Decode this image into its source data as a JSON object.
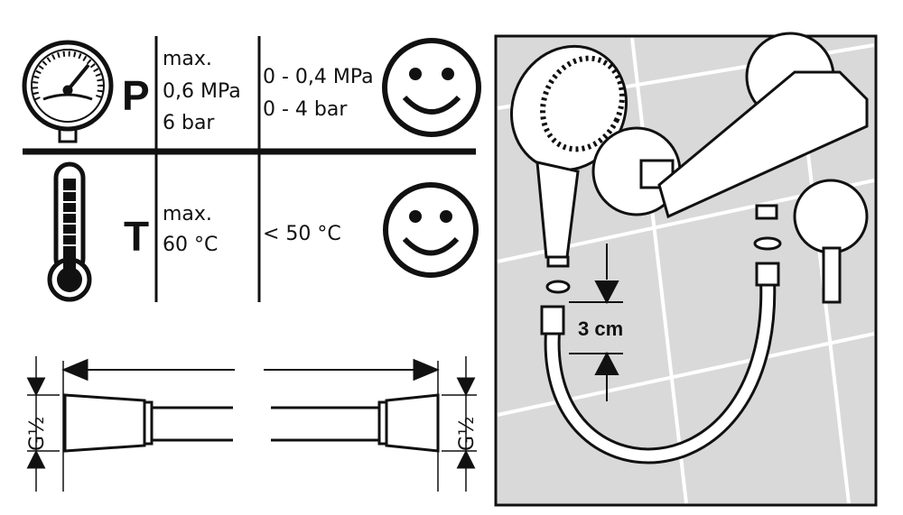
{
  "pressure": {
    "symbol": "P",
    "max_label": "max.",
    "max_mpa": "0,6 MPa",
    "max_bar": "6 bar",
    "range_mpa": "0 - 0,4 MPa",
    "range_bar": "0 - 4 bar",
    "icons": [
      "pressure-gauge-icon",
      "smiley-icon"
    ]
  },
  "temperature": {
    "symbol": "T",
    "max_label": "max.",
    "max_value": "60 °C",
    "range": "< 50 °C",
    "icons": [
      "thermometer-icon",
      "smiley-icon"
    ]
  },
  "hose": {
    "thread_left": "G½",
    "thread_right": "G½"
  },
  "installation": {
    "distance": "3 cm"
  },
  "colors": {
    "ink": "#111111",
    "panel_bg": "#d9d9d9",
    "tile_lines": "#ffffff"
  }
}
